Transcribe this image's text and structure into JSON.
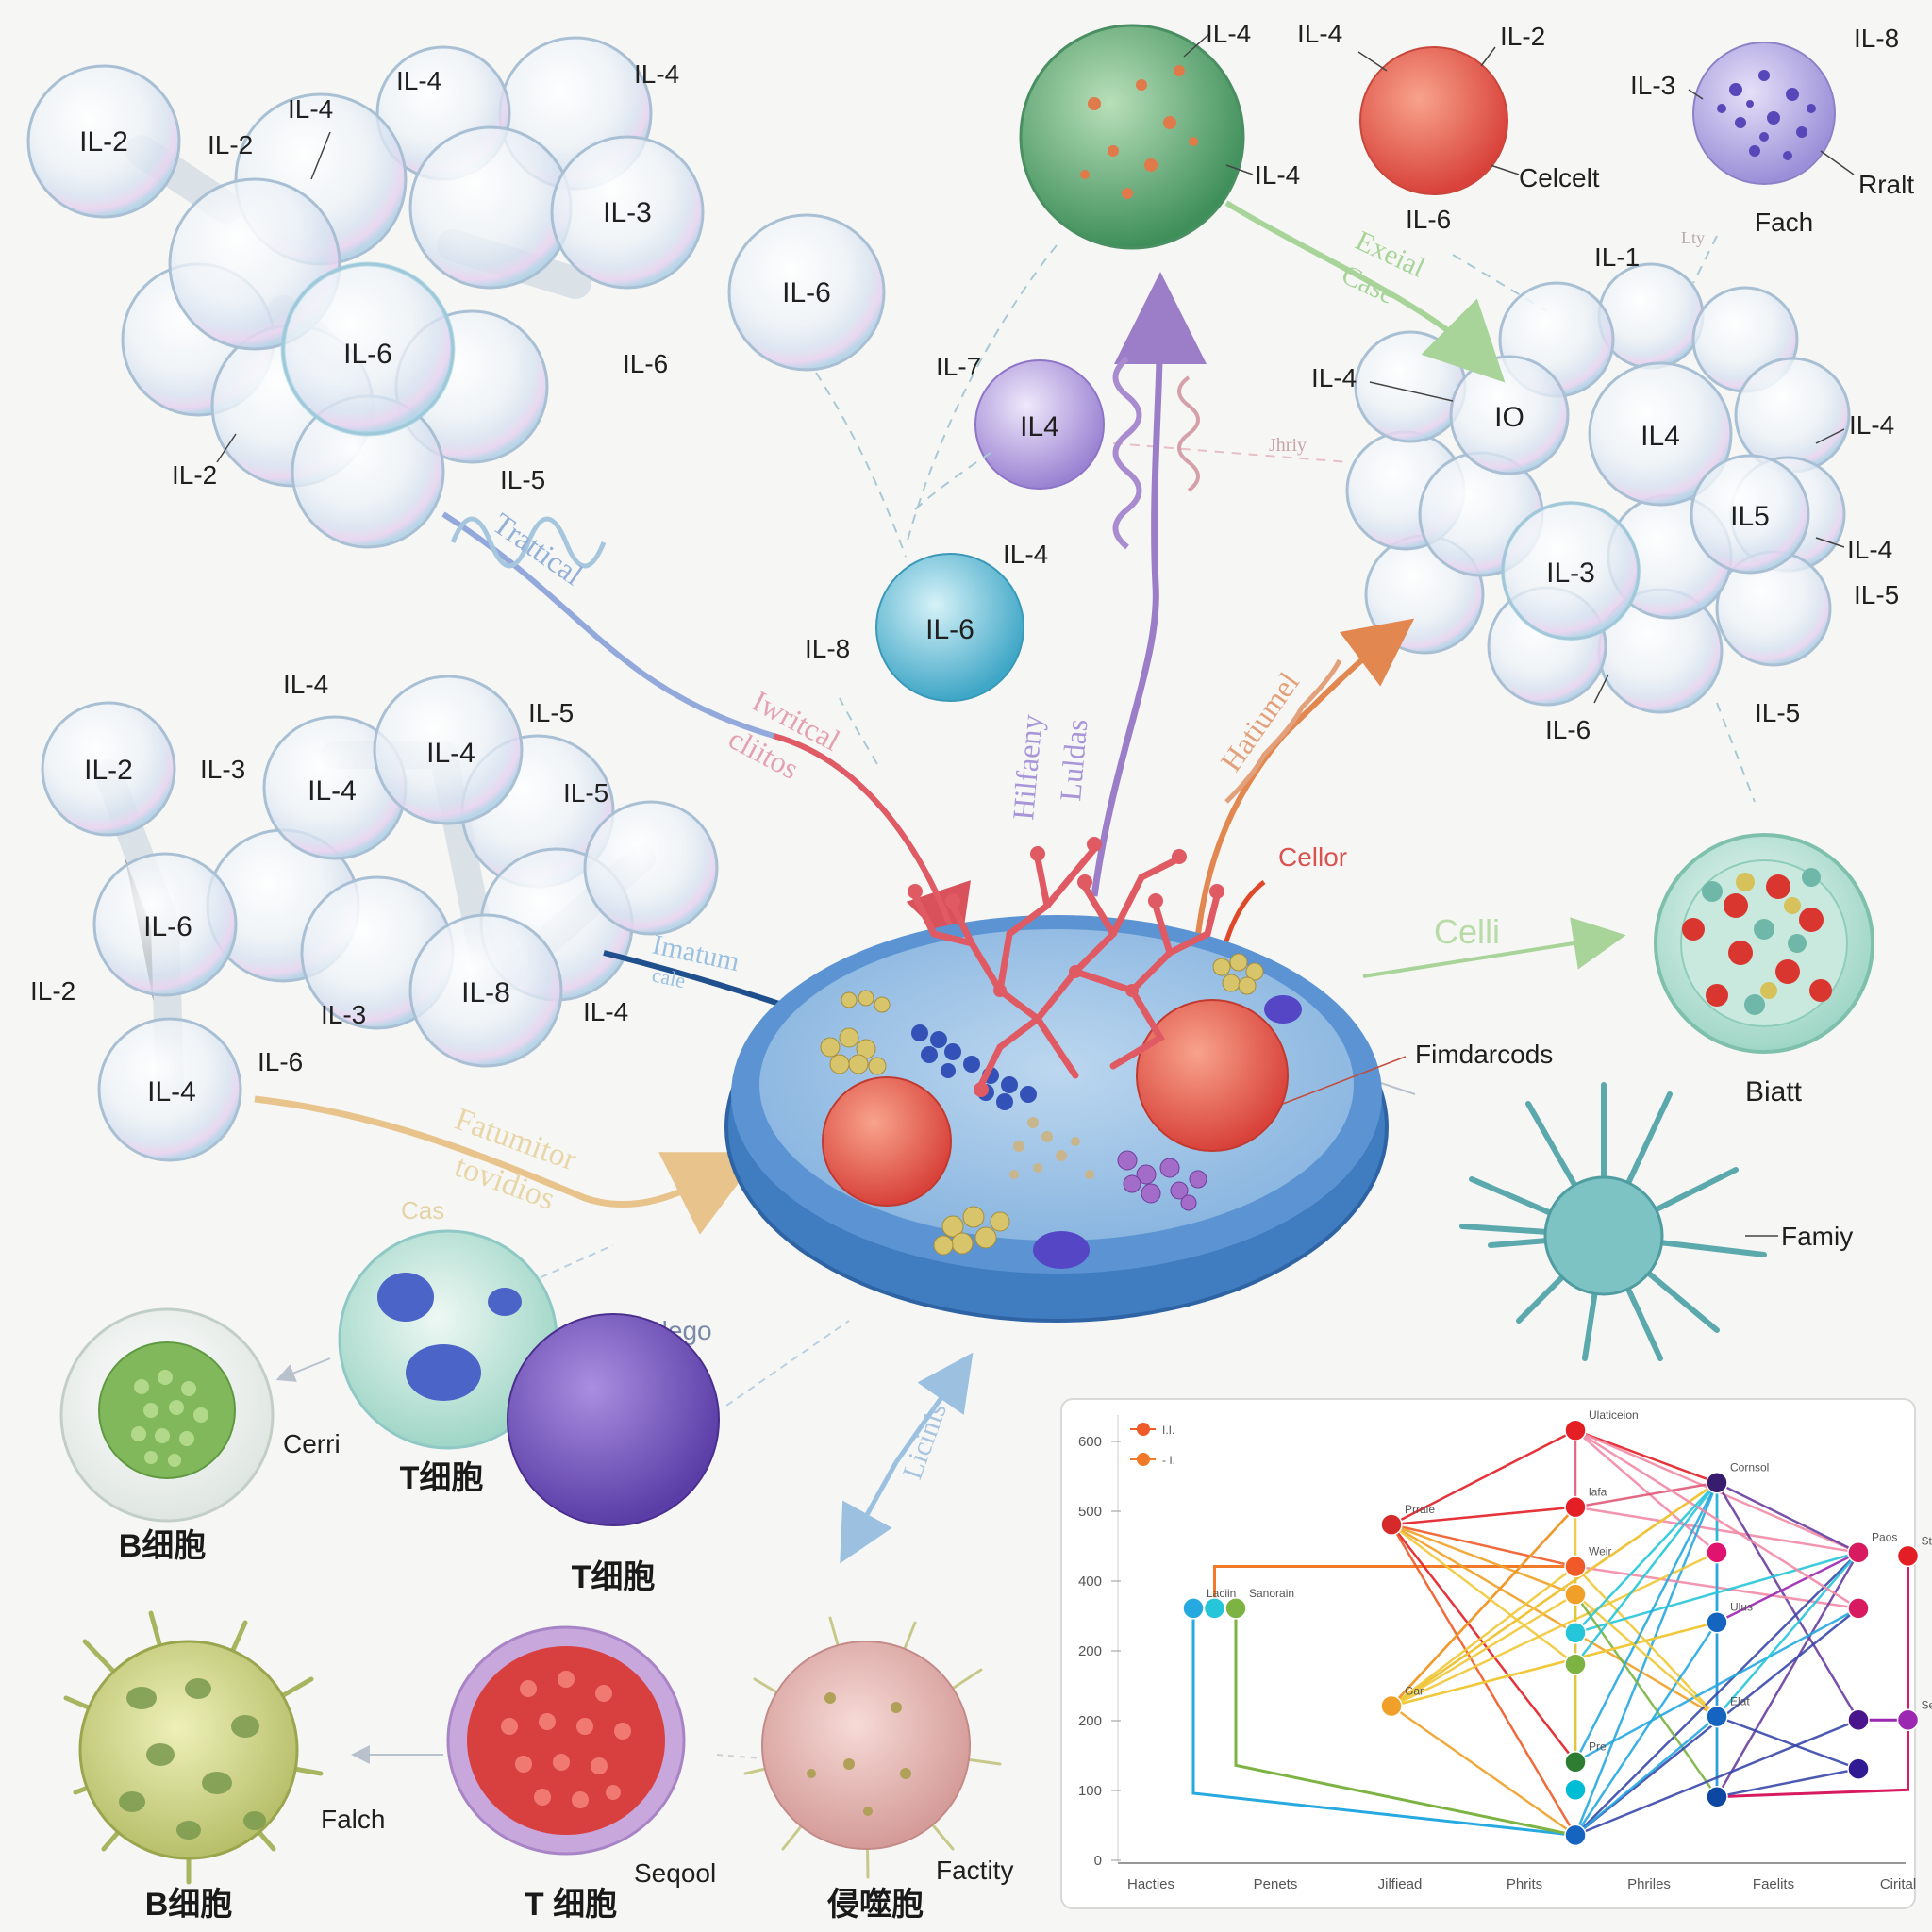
{
  "colors": {
    "background": "#f6f7f5",
    "bubble_stroke": "#9fb4c8",
    "cell_membrane": "#5b93d3",
    "cell_inner": "#9ec3e4",
    "network_red": "#e05a63",
    "arrow_blue": "#8aa6d8",
    "arrow_purple": "#9b7ec7",
    "arrow_orange": "#e2874f",
    "arrow_green": "#a8d49a",
    "arrow_tan": "#e8c48c"
  },
  "cluster_top_left": {
    "bubbles": [
      "IL-2",
      "IL-3",
      "IL-6",
      "IL-6"
    ],
    "labels": [
      "IL-4",
      "IL-4",
      "IL-2",
      "IL-4",
      "IL-2",
      "IL-6",
      "IL-5"
    ]
  },
  "cluster_mid_left": {
    "bubbles": [
      "IL-2",
      "IL-4",
      "IL-4",
      "IL-6",
      "IL-8",
      "IL-4"
    ],
    "labels": [
      "IL-4",
      "IL-3",
      "IL-5",
      "IL-5",
      "IL-2",
      "IL-3",
      "IL-4",
      "IL-6"
    ]
  },
  "green_sphere": {
    "labels": [
      "IL-4",
      "IL-4"
    ]
  },
  "red_sphere": {
    "labels": [
      "IL-4",
      "IL-2",
      "Celcelt",
      "IL-6"
    ]
  },
  "purple_sphere": {
    "labels": [
      "IL-8",
      "IL-3",
      "Rralt",
      "Fach"
    ]
  },
  "lavender_sphere": {
    "label": "IL4",
    "side_label": "IL-7"
  },
  "teal_sphere": {
    "label": "IL-6",
    "side_labels": [
      "IL-4",
      "IL-8"
    ]
  },
  "cluster_right": {
    "bubbles": [
      "IO",
      "IL4",
      "IL5",
      "IL-3"
    ],
    "labels": [
      "IL-1",
      "IL-4",
      "IL-4",
      "IL-4",
      "IL-5",
      "IL-6",
      "IL-5",
      "Lty"
    ]
  },
  "faint_link_label": "Jhriy",
  "arrow_texts": {
    "blue": "Trattical",
    "pink": [
      "Iwritcal",
      "cliitos"
    ],
    "purple": [
      "Hilfaeny",
      "Luldas"
    ],
    "orange": "Hatiumel",
    "green": [
      "Exeial",
      "Case"
    ],
    "dark_blue": [
      "Imatum",
      "cale"
    ],
    "tan": [
      "Fatumitor",
      "tovidios"
    ],
    "tan_small": "Cas",
    "bidirectional": "Licinis",
    "cellor": "Cellor",
    "cell_right": "Celli",
    "stego": "Slego"
  },
  "center_cell": {
    "pointer_label": "Fimdarcods"
  },
  "right_cells": {
    "blast": "Biatt",
    "star": "Famiy"
  },
  "bottom_cells": {
    "cell_label": "Cerri",
    "b_cell_1": "B细胞",
    "t_cell_1": "T细胞",
    "t_cell_2": "T细胞",
    "b_cell_2": "B细胞",
    "falch": "Falch",
    "seqool": "Seqool",
    "t_cell_3": "T 细胞",
    "macrophage": "侵噬胞",
    "factity": "Factity"
  },
  "chart_data": {
    "type": "network",
    "yticks": [
      "600",
      "500",
      "400",
      "200",
      "200",
      "100",
      "0"
    ],
    "xticks": [
      "Hacties",
      "Penets",
      "Jilfiead",
      "Phrits",
      "Phriles",
      "Faelits",
      "Cirital"
    ],
    "legend": [
      {
        "label": "I.I.",
        "color": "#f05a28"
      },
      {
        "label": "- I.",
        "color": "#f07a28"
      }
    ],
    "nodes": [
      {
        "id": "n_top",
        "label": "Ulaticeion",
        "x": 3,
        "y": 620,
        "color": "#e31e24"
      },
      {
        "id": "n_a",
        "label": "Prrale",
        "x": 1.7,
        "y": 485,
        "color": "#d62a2a"
      },
      {
        "id": "n_b",
        "label": "lafa",
        "x": 3,
        "y": 510,
        "color": "#e31e24"
      },
      {
        "id": "n_c",
        "label": "Cornsol",
        "x": 4,
        "y": 545,
        "color": "#3a1c6e"
      },
      {
        "id": "n_d",
        "label": "Weir",
        "x": 3,
        "y": 425,
        "color": "#f05a28"
      },
      {
        "id": "n_e",
        "label": "",
        "x": 4,
        "y": 445,
        "color": "#e0146e"
      },
      {
        "id": "n_f",
        "label": "Paos",
        "x": 5,
        "y": 445,
        "color": "#d81b60"
      },
      {
        "id": "n_g",
        "label": "",
        "x": 3,
        "y": 385,
        "color": "#f0a028"
      },
      {
        "id": "n_h",
        "label": "Ulus",
        "x": 4,
        "y": 345,
        "color": "#1565c0"
      },
      {
        "id": "n_i",
        "label": "",
        "x": 5,
        "y": 365,
        "color": "#d81b60"
      },
      {
        "id": "n_j",
        "label": "",
        "x": 3,
        "y": 330,
        "color": "#26c6da"
      },
      {
        "id": "n_k",
        "label": "Gar",
        "x": 1.7,
        "y": 225,
        "color": "#f0a028"
      },
      {
        "id": "n_l",
        "label": "",
        "x": 3,
        "y": 285,
        "color": "#7cb342"
      },
      {
        "id": "n_m",
        "label": "Elat",
        "x": 4,
        "y": 210,
        "color": "#1565c0"
      },
      {
        "id": "n_n",
        "label": "",
        "x": 5,
        "y": 205,
        "color": "#4a148c"
      },
      {
        "id": "n_o",
        "label": "Pre",
        "x": 3,
        "y": 145,
        "color": "#2e7d32"
      },
      {
        "id": "n_p",
        "label": "",
        "x": 3,
        "y": 105,
        "color": "#00bcd4"
      },
      {
        "id": "n_q",
        "label": "",
        "x": 4,
        "y": 95,
        "color": "#0d47a1"
      },
      {
        "id": "n_r",
        "label": "",
        "x": 5,
        "y": 135,
        "color": "#311b92"
      },
      {
        "id": "n_bot",
        "label": "",
        "x": 3,
        "y": 40,
        "color": "#1565c0"
      },
      {
        "id": "n_l1",
        "label": "Laciin",
        "x": 0.3,
        "y": 365,
        "color": "#26a9e0"
      },
      {
        "id": "n_l2",
        "label": "",
        "x": 0.45,
        "y": 365,
        "color": "#26c6da"
      },
      {
        "id": "n_l3",
        "label": "Sanorain",
        "x": 0.6,
        "y": 365,
        "color": "#7cb342"
      },
      {
        "id": "n_r1",
        "label": "Stiibomenia",
        "x": 5.35,
        "y": 440,
        "color": "#e31e24"
      },
      {
        "id": "n_r2",
        "label": "Seasiiny",
        "x": 5.35,
        "y": 205,
        "color": "#9c27b0"
      }
    ],
    "edges": [
      [
        "n_top",
        "n_a",
        "#e31e24"
      ],
      [
        "n_top",
        "n_c",
        "#e31e24"
      ],
      [
        "n_top",
        "n_b",
        "#e05a78"
      ],
      [
        "n_top",
        "n_f",
        "#f28aa6"
      ],
      [
        "n_top",
        "n_e",
        "#f28aa6"
      ],
      [
        "n_a",
        "n_b",
        "#e31e24"
      ],
      [
        "n_a",
        "n_d",
        "#f05a28"
      ],
      [
        "n_a",
        "n_g",
        "#f0a028"
      ],
      [
        "n_a",
        "n_o",
        "#e31e24"
      ],
      [
        "n_a",
        "n_bot",
        "#f05a28"
      ],
      [
        "n_a",
        "n_m",
        "#f0a028"
      ],
      [
        "n_b",
        "n_c",
        "#e05a78"
      ],
      [
        "n_b",
        "n_f",
        "#f28aa6"
      ],
      [
        "n_b",
        "n_k",
        "#f05a28"
      ],
      [
        "n_c",
        "n_f",
        "#6a3fa0"
      ],
      [
        "n_c",
        "n_n",
        "#6a3fa0"
      ],
      [
        "n_c",
        "n_q",
        "#3949ab"
      ],
      [
        "n_c",
        "n_k",
        "#f0a028"
      ],
      [
        "n_c",
        "n_bot",
        "#26a9e0"
      ],
      [
        "n_c",
        "n_h",
        "#26c6da"
      ],
      [
        "n_d",
        "n_k",
        "#f0c838"
      ],
      [
        "n_d",
        "n_m",
        "#f0c838"
      ],
      [
        "n_d",
        "n_i",
        "#f28aa6"
      ],
      [
        "n_e",
        "n_k",
        "#f0c838"
      ],
      [
        "n_e",
        "n_q",
        "#26a9e0"
      ],
      [
        "n_f",
        "n_h",
        "#9c27b0"
      ],
      [
        "n_f",
        "n_q",
        "#6a3fa0"
      ],
      [
        "n_f",
        "n_j",
        "#26c6da"
      ],
      [
        "n_f",
        "n_bot",
        "#3949ab"
      ],
      [
        "n_g",
        "n_k",
        "#f0c838"
      ],
      [
        "n_g",
        "n_q",
        "#7cb342"
      ],
      [
        "n_h",
        "n_k",
        "#f0c838"
      ],
      [
        "n_h",
        "n_bot",
        "#26a9e0"
      ],
      [
        "n_i",
        "n_o",
        "#26a9e0"
      ],
      [
        "n_i",
        "n_bot",
        "#3949ab"
      ],
      [
        "n_k",
        "n_b",
        "#f0a028"
      ],
      [
        "n_k",
        "n_c",
        "#f0c838"
      ],
      [
        "n_k",
        "n_bot",
        "#f0a028"
      ],
      [
        "n_k",
        "n_h",
        "#f0c838"
      ],
      [
        "n_l",
        "n_c",
        "#26c6da"
      ],
      [
        "n_m",
        "n_f",
        "#26c6da"
      ],
      [
        "n_m",
        "n_r",
        "#3949ab"
      ],
      [
        "n_n",
        "n_bot",
        "#3949ab"
      ],
      [
        "n_o",
        "n_c",
        "#26a9e0"
      ],
      [
        "n_q",
        "n_r",
        "#3949ab"
      ],
      [
        "n_a",
        "n_l",
        "#f0c838"
      ],
      [
        "n_d",
        "n_o",
        "#7cb342"
      ],
      [
        "n_top",
        "n_i",
        "#f28aa6"
      ],
      [
        "n_b",
        "n_o",
        "#f0c838"
      ],
      [
        "n_bot",
        "n_m",
        "#26a9e0"
      ],
      [
        "n_g",
        "n_m",
        "#f0c838"
      ],
      [
        "n_j",
        "n_c",
        "#26c6da"
      ]
    ],
    "brackets": [
      {
        "from": "n_l1",
        "to": "n_bot",
        "color": "#26a9e0",
        "via_y": 100
      },
      {
        "from": "n_l3",
        "to": "n_bot",
        "color": "#7cb342",
        "via_y": 140
      },
      {
        "from": "n_l2",
        "to": "n_d",
        "color": "#f07a28",
        "via_y": 425
      },
      {
        "from": "n_r1",
        "to": "n_q",
        "color": "#d81b60",
        "via_y": 105
      },
      {
        "from": "n_r2",
        "to": "n_n",
        "color": "#9c27b0",
        "via_y": 205
      }
    ]
  }
}
